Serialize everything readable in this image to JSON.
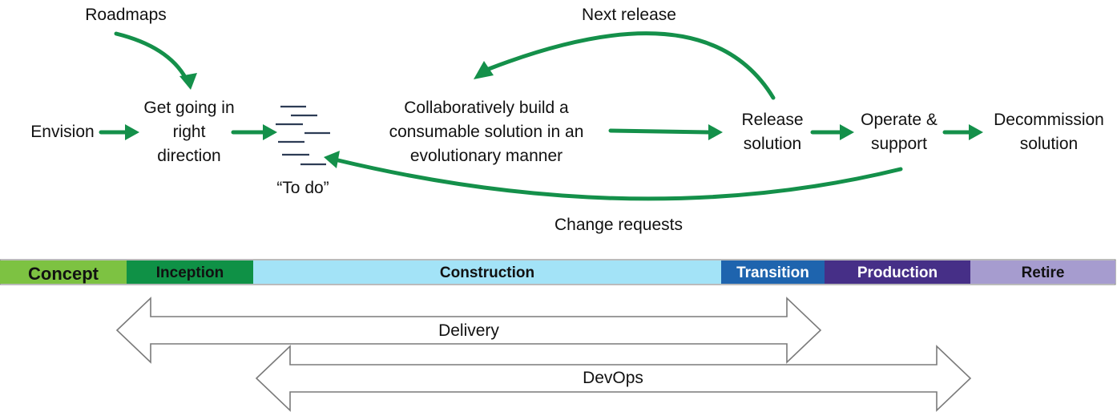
{
  "labels": {
    "roadmaps": "Roadmaps",
    "next_release": "Next release",
    "envision": "Envision",
    "get_going": [
      "Get going in",
      "right",
      "direction"
    ],
    "todo": "“To do”",
    "build": [
      "Collaboratively build a",
      "consumable solution in an",
      "evolutionary manner"
    ],
    "release": [
      "Release",
      "solution"
    ],
    "operate": [
      "Operate &",
      "support"
    ],
    "decommission": [
      "Decommission",
      "solution"
    ],
    "change_requests": "Change requests"
  },
  "phases": [
    {
      "label": "Concept",
      "color": "#7dc242",
      "text_color": "#111111"
    },
    {
      "label": "Inception",
      "color": "#0f9146",
      "text_color": "#111111"
    },
    {
      "label": "Construction",
      "color": "#a3e3f7",
      "text_color": "#111111"
    },
    {
      "label": "Transition",
      "color": "#1e64ae",
      "text_color": "#ffffff"
    },
    {
      "label": "Production",
      "color": "#462f87",
      "text_color": "#ffffff"
    },
    {
      "label": "Retire",
      "color": "#a69ccf",
      "text_color": "#111111"
    }
  ],
  "spans": {
    "delivery": "Delivery",
    "devops": "DevOps"
  },
  "colors": {
    "arrow_green": "#14904a",
    "todo_lines": "#2d3c55",
    "outline_gray": "#7a7a7a"
  }
}
